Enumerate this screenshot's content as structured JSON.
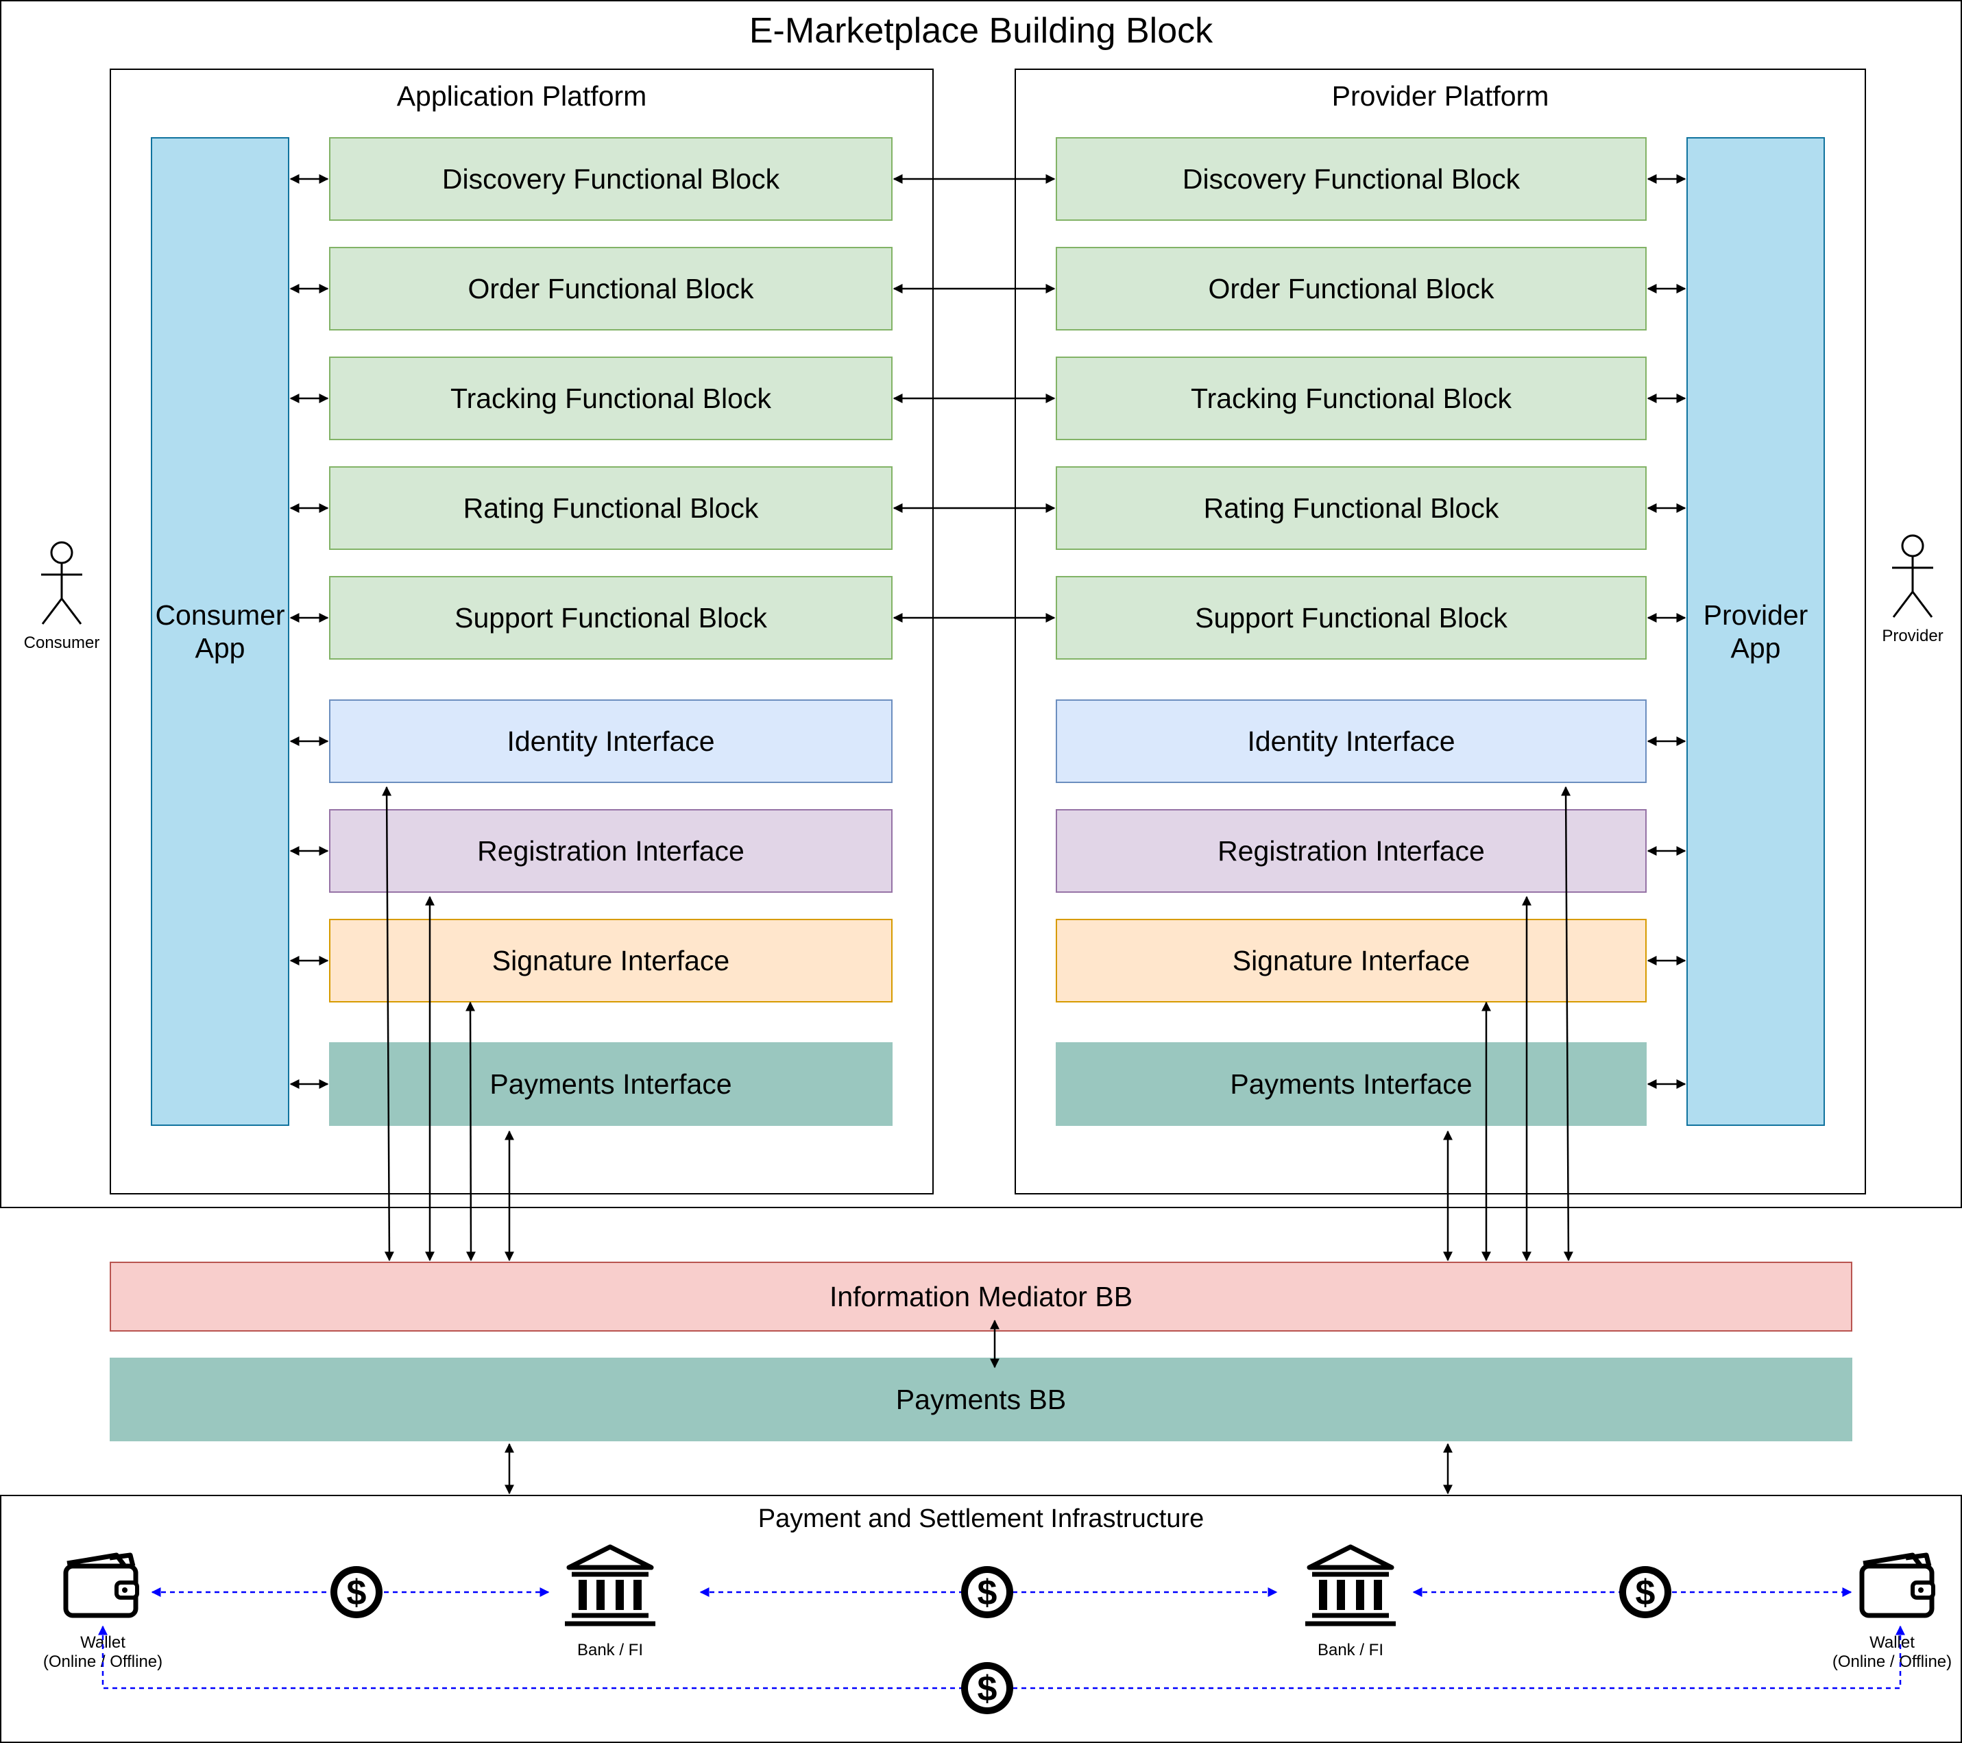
{
  "diagram": {
    "title": "E-Marketplace Building Block",
    "application_platform": {
      "title": "Application Platform",
      "app_label": "Consumer App",
      "functional_blocks": [
        "Discovery Functional Block",
        "Order Functional Block",
        "Tracking Functional Block",
        "Rating Functional Block",
        "Support Functional Block"
      ],
      "interfaces": [
        "Identity Interface",
        "Registration Interface",
        "Signature Interface",
        "Payments Interface"
      ]
    },
    "provider_platform": {
      "title": "Provider Platform",
      "app_label": "Provider App",
      "functional_blocks": [
        "Discovery Functional Block",
        "Order Functional Block",
        "Tracking Functional Block",
        "Rating Functional Block",
        "Support Functional Block"
      ],
      "interfaces": [
        "Identity Interface",
        "Registration Interface",
        "Signature Interface",
        "Payments Interface"
      ]
    },
    "actors": {
      "consumer": "Consumer",
      "provider": "Provider"
    },
    "information_mediator": "Information Mediator BB",
    "payments_bb": "Payments BB",
    "infrastructure": {
      "title": "Payment and Settlement Infrastructure",
      "wallet_left": {
        "line1": "Wallet",
        "line2": "(Online / Offline)"
      },
      "bank_left": "Bank / FI",
      "bank_right": "Bank / FI",
      "wallet_right": {
        "line1": "Wallet",
        "line2": "(Online / Offline)"
      }
    },
    "icons": [
      "person-icon",
      "wallet-icon",
      "dollar-coin-icon",
      "bank-icon"
    ],
    "colors": {
      "functional_block": "#d5e8d4",
      "identity": "#dae8fc",
      "registration": "#e1d5e7",
      "signature": "#ffe6cc",
      "payments": "#9ac7bf",
      "app": "#b1ddf0",
      "mediator": "#f8cecc",
      "dashed_flow": "#0000ff"
    }
  }
}
